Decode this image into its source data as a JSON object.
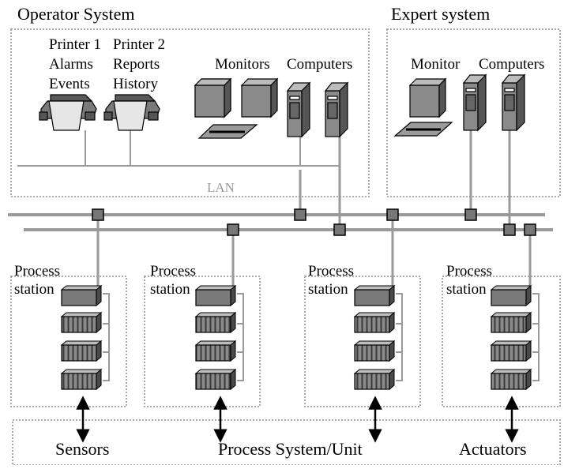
{
  "operator_system": {
    "title": "Operator System",
    "printer1": [
      "Printer 1",
      "Alarms",
      "Events"
    ],
    "printer2": [
      "Printer 2",
      "Reports",
      "History"
    ],
    "monitors_label": "Monitors",
    "computers_label": "Computers",
    "lan_label": "LAN"
  },
  "expert_system": {
    "title": "Expert system",
    "monitor_label": "Monitor",
    "computers_label": "Computers"
  },
  "process_stations": [
    {
      "line1": "Process",
      "line2": "station"
    },
    {
      "line1": "Process",
      "line2": "station"
    },
    {
      "line1": "Process",
      "line2": "station"
    },
    {
      "line1": "Process",
      "line2": "station"
    }
  ],
  "bottom": {
    "sensors": "Sensors",
    "process_system": "Process System/Unit",
    "actuators": "Actuators"
  }
}
